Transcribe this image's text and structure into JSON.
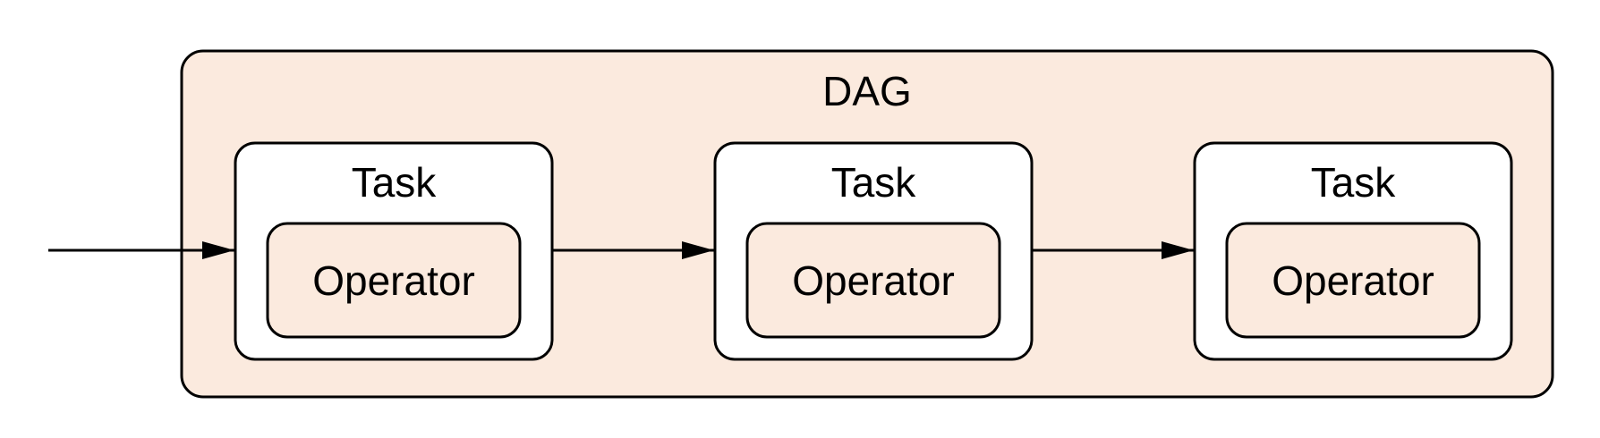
{
  "diagram": {
    "dag_label": "DAG",
    "tasks": [
      {
        "label": "Task",
        "operator_label": "Operator"
      },
      {
        "label": "Task",
        "operator_label": "Operator"
      },
      {
        "label": "Task",
        "operator_label": "Operator"
      }
    ]
  },
  "colors": {
    "dag_fill": "#fbeade",
    "task_fill": "#ffffff",
    "operator_fill": "#fbeade",
    "stroke": "#000000"
  }
}
